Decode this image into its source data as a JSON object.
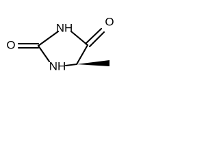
{
  "molecule": {
    "atoms": {
      "n_top": "NH",
      "n_bottom": "NH",
      "o_left": "O",
      "o_right": "O"
    },
    "bonds": [
      {
        "from": "c2",
        "to": "n_top",
        "order": 1
      },
      {
        "from": "n_top",
        "to": "c4",
        "order": 1
      },
      {
        "from": "c4",
        "to": "c5",
        "order": 1
      },
      {
        "from": "c5",
        "to": "n_bottom",
        "order": 1
      },
      {
        "from": "n_bottom",
        "to": "c2",
        "order": 1
      },
      {
        "from": "c2",
        "to": "o_left",
        "order": 2
      },
      {
        "from": "c4",
        "to": "o_right",
        "order": 2
      },
      {
        "from": "c5",
        "to": "methyl",
        "order": 1,
        "stereo": "wedge"
      }
    ],
    "color": "#000000"
  }
}
